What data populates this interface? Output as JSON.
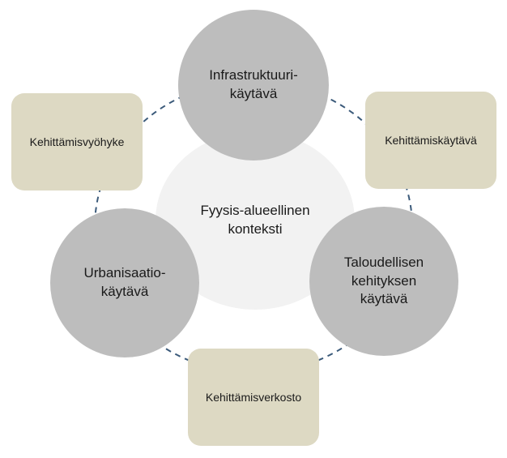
{
  "colors": {
    "circle": "#bdbdbd",
    "box": "#ddd9c3",
    "center": "#f2f2f2",
    "connector": "#3b5a7a"
  },
  "nodes": {
    "center": "Fyysis-alueellinen\nkonteksti",
    "infrastructure_corridor": "Infrastruktuuri-\nkäytävä",
    "economic_corridor": "Taloudellisen\nkehityksen\nkäytävä",
    "urbanization_corridor": "Urbanisaatio-\nkäytävä",
    "development_zone": "Kehittämisvyöhyke",
    "development_corridor": "Kehittämiskäytävä",
    "development_network": "Kehittämisverkosto"
  }
}
